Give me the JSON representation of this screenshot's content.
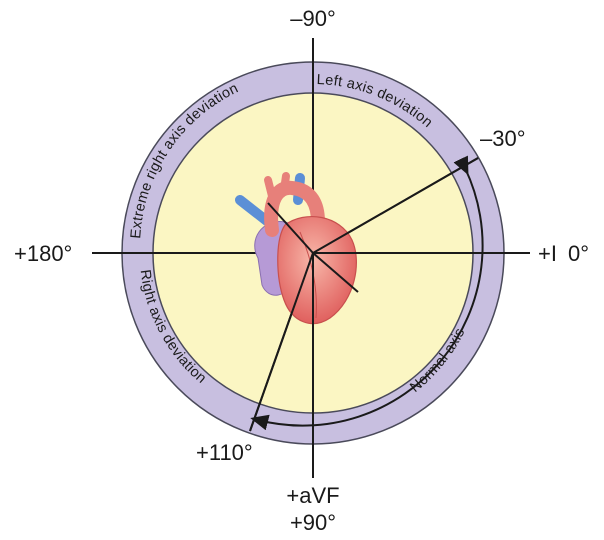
{
  "angles": {
    "top": "–90°",
    "minus30": "–30°",
    "left": "+180°",
    "right_lead": "+I",
    "right_deg": "0°",
    "plus110": "+110°",
    "avf": "+aVF",
    "plus90": "+90°"
  },
  "regions": {
    "left_axis": "Left axis deviation",
    "extreme_right": "Extreme right axis deviation",
    "right_axis": "Right axis deviation",
    "normal": "Normal axis"
  },
  "colors": {
    "ring": "#c8bfe0",
    "ring_stroke": "#4a4a5a",
    "inner": "#fbf6c3",
    "heart": "#ef8c8a",
    "vessel": "#5b8fd6"
  }
}
